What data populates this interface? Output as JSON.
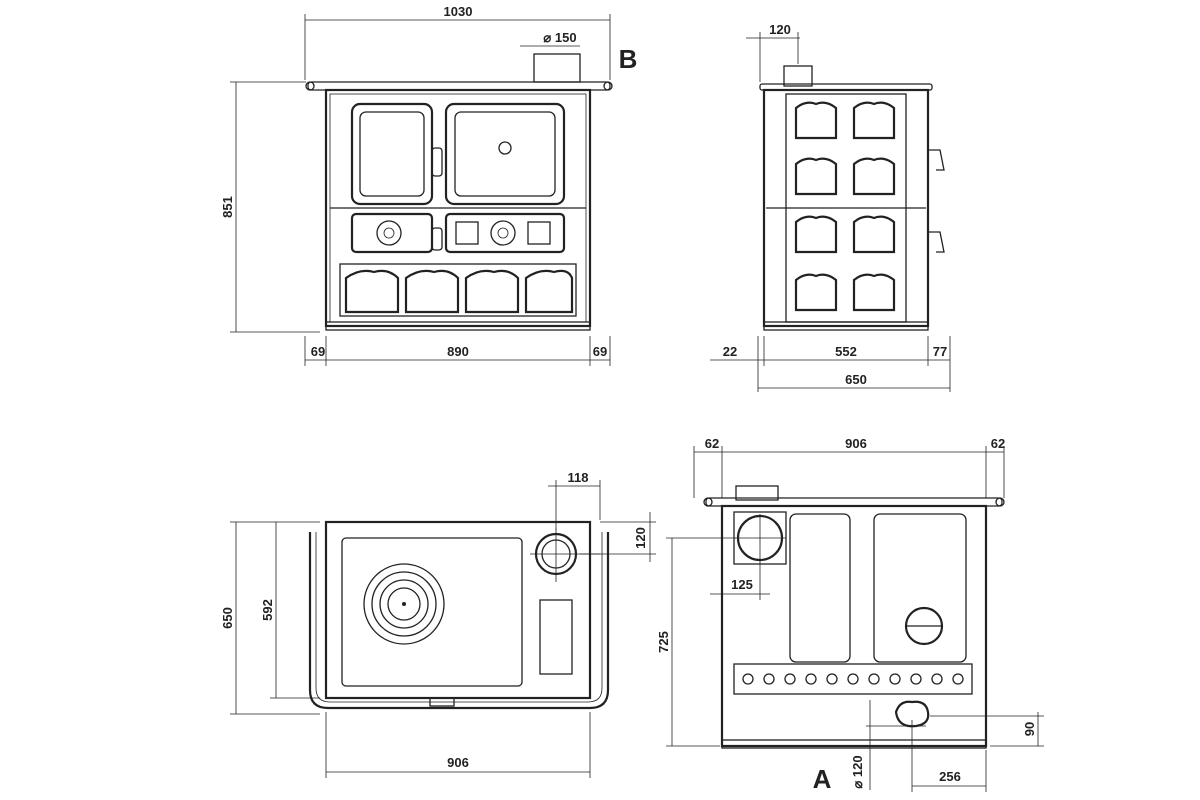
{
  "labels": {
    "view_b": "B",
    "view_a": "A"
  },
  "front_view": {
    "overall_width": "1030",
    "flue_diameter": "⌀ 150",
    "height": "851",
    "left_offset": "69",
    "body_width": "890",
    "right_offset": "69"
  },
  "side_view": {
    "flue_offset": "120",
    "left_offset": "22",
    "body_depth": "552",
    "right_offset": "77",
    "overall_depth": "650"
  },
  "top_view": {
    "flue_offset_x": "118",
    "flue_offset_y": "120",
    "overall_depth": "650",
    "body_depth": "592",
    "body_width": "906"
  },
  "rear_view": {
    "left_offset": "62",
    "body_width": "906",
    "right_offset": "62",
    "flue_offset": "125",
    "flue_height": "725",
    "vent_height": "90",
    "vent_diameter": "⌀ 120",
    "vent_offset": "256"
  },
  "colors": {
    "line": "#222222",
    "background": "#ffffff"
  }
}
